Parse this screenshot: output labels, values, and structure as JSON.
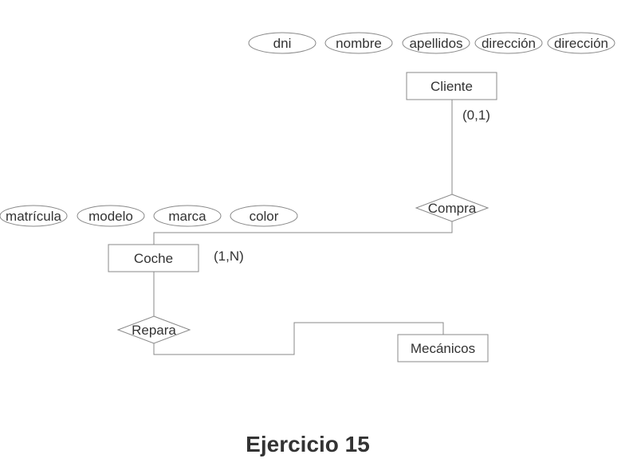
{
  "title": "Ejercicio 15",
  "entities": {
    "cliente": "Cliente",
    "coche": "Coche",
    "mecanicos": "Mecánicos"
  },
  "relationships": {
    "compra": "Compra",
    "repara": "Repara"
  },
  "attributes": {
    "cliente": [
      "dni",
      "nombre",
      "apellidos",
      "dirección",
      "dirección"
    ],
    "coche": [
      "matrícula",
      "modelo",
      "marca",
      "color"
    ]
  },
  "cardinalities": {
    "cliente_compra": "(0,1)",
    "coche_compra": "(1,N)"
  }
}
